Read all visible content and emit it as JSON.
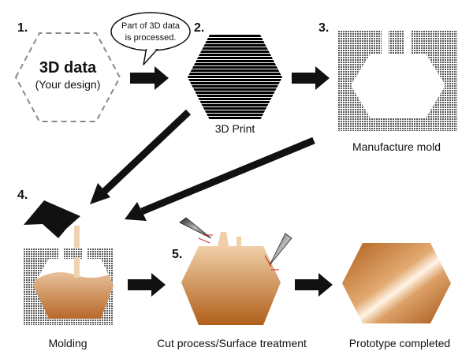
{
  "steps": [
    {
      "number": "1.",
      "title": "3D data",
      "subtitle": "(Your design)"
    },
    {
      "number": "2.",
      "caption": "3D Print"
    },
    {
      "number": "3.",
      "caption": "Manufacture mold"
    },
    {
      "number": "4.",
      "caption": "Molding"
    },
    {
      "number": "5.",
      "caption": "Cut process/Surface treatment"
    },
    {
      "caption": "Prototype completed"
    }
  ],
  "callout": {
    "line1": "Part of 3D data",
    "line2": "is processed."
  },
  "colors": {
    "ink": "#111111",
    "mold_texture": "#6e6e6e",
    "resin_light": "#e8c19a",
    "resin_dark": "#b05f1a",
    "print_stripes": "#000000",
    "dashed_outline": "#8a8a8a",
    "cut_lines": "#cc2222"
  }
}
